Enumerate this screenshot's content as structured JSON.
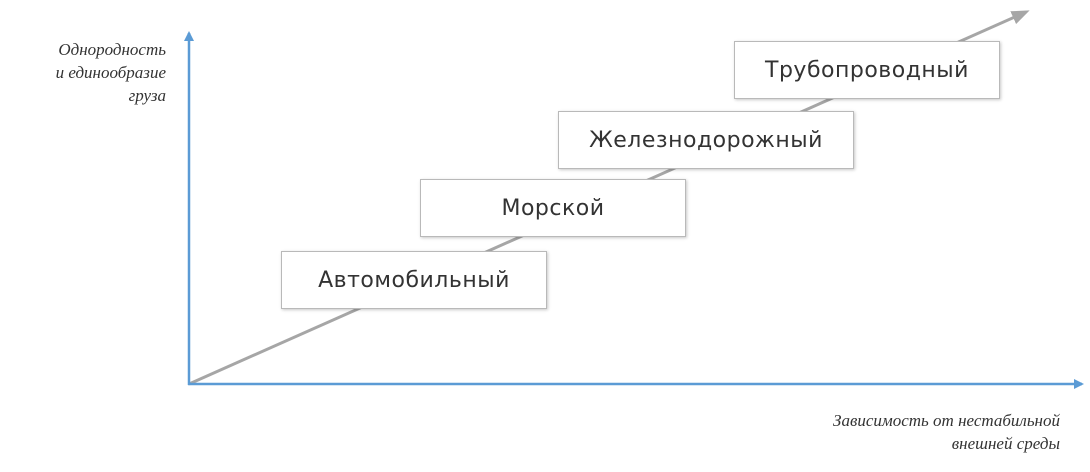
{
  "y_axis": {
    "label_lines": [
      "Однородность",
      "и единообразие",
      "груза"
    ]
  },
  "x_axis": {
    "label_lines": [
      "Зависимость от нестабильной",
      "внешней среды"
    ]
  },
  "stages": [
    {
      "label": "Автомобильный"
    },
    {
      "label": "Морской"
    },
    {
      "label": "Железнодорожный"
    },
    {
      "label": "Трубопроводный"
    }
  ],
  "colors": {
    "axis": "#5b9bd5",
    "trend": "#a6a6a6",
    "box_border": "#b9b9b9",
    "text": "#333333"
  }
}
